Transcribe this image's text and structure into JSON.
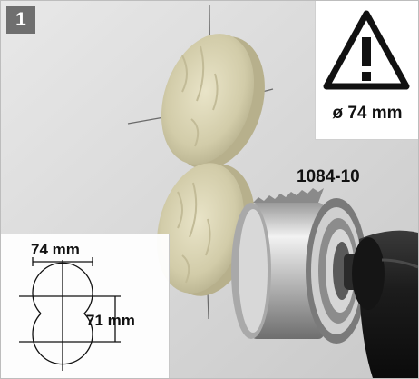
{
  "step": {
    "number": "1"
  },
  "warning": {
    "icon": "warning-triangle-icon",
    "diameter_label": "ø 74 mm"
  },
  "product": {
    "code": "1084-10"
  },
  "dimensions": {
    "width_label": "74 mm",
    "height_label": "71 mm"
  },
  "colors": {
    "badge": "#6f6f6f",
    "background": "#dcdcdc",
    "text": "#111111"
  }
}
